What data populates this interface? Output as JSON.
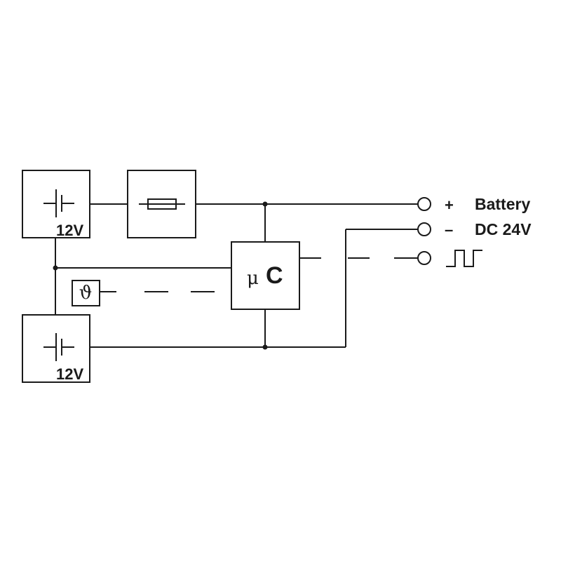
{
  "battery_top": {
    "voltage": "12V"
  },
  "battery_bottom": {
    "voltage": "12V"
  },
  "controller": {
    "mu": "μ",
    "c": "C"
  },
  "temperature_sensor": {
    "symbol": "ϑ"
  },
  "terminals": {
    "plus": {
      "sign": "+",
      "label": "Battery"
    },
    "minus": {
      "sign": "–",
      "label": "DC 24V"
    }
  }
}
